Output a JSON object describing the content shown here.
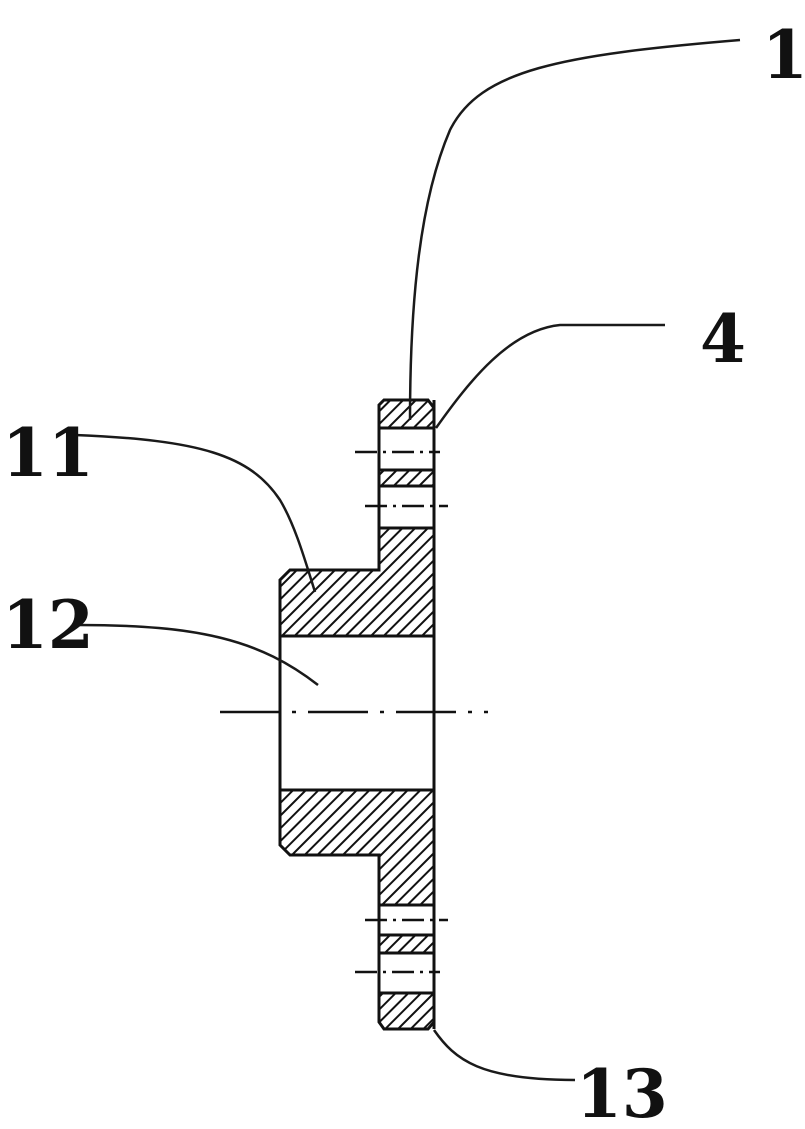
{
  "labels": {
    "part_1": "1",
    "part_4": "4",
    "part_11": "11",
    "part_12": "12",
    "part_13": "13"
  }
}
